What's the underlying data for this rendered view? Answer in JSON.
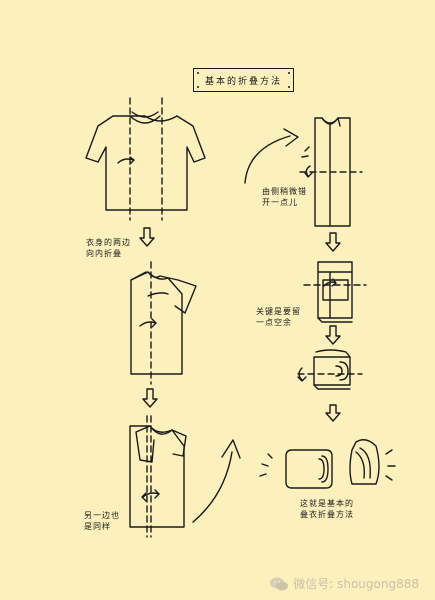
{
  "title": "基本的折叠方法",
  "steps": {
    "step1_caption": "衣身的两边\n向内折叠",
    "step3_caption": "另一边也\n是同样",
    "step4_caption": "由侧稍微错\n开一点儿",
    "step6_caption": "关键是要留\n一点空余",
    "final_caption": "这就是基本的\n叠衣折叠方法"
  },
  "watermark": {
    "text": "微信号: shougong888",
    "icon": "wechat-icon"
  }
}
